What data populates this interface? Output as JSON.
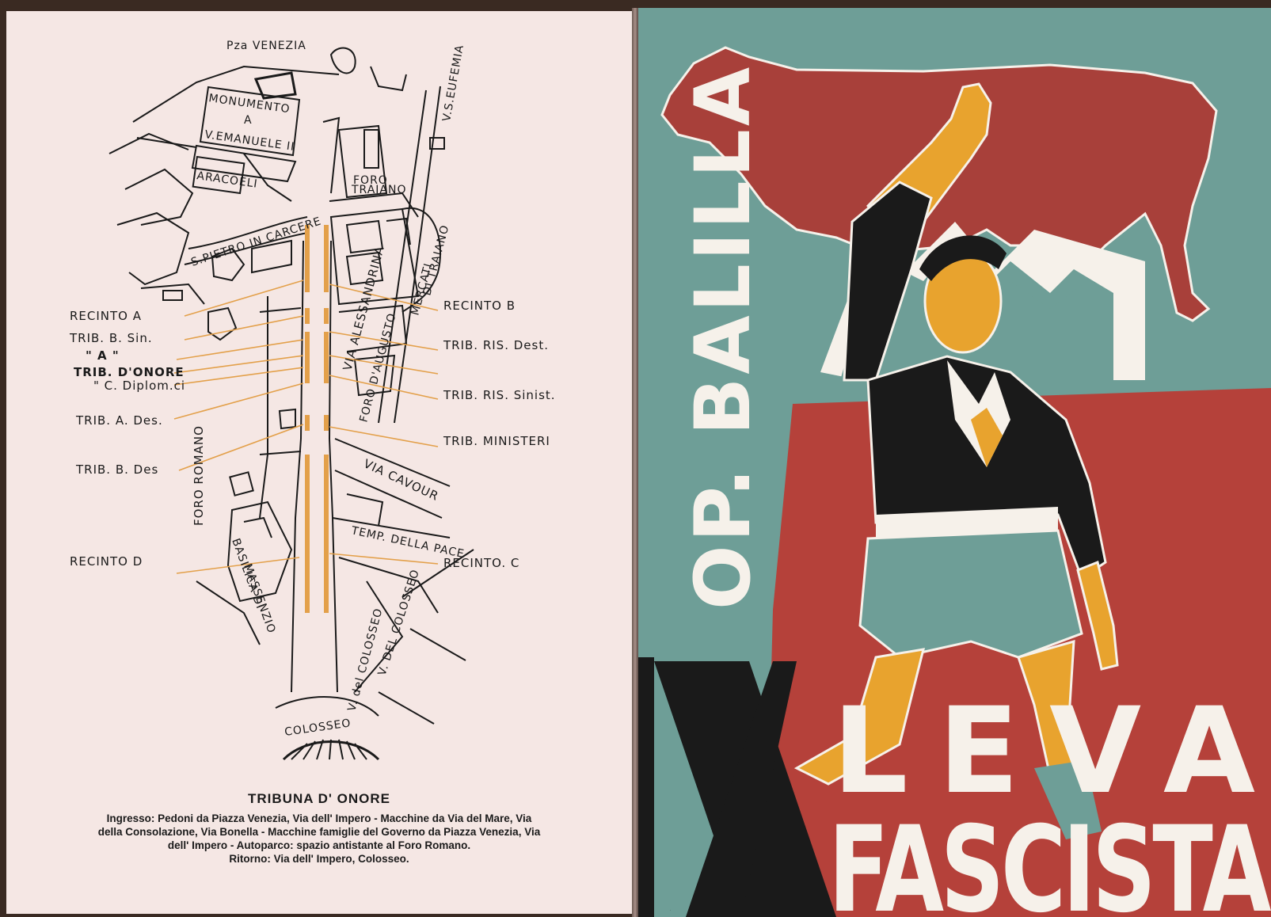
{
  "map": {
    "places": {
      "piazza_venezia": "Pza VENEZIA",
      "monumento": "MONUMENTO",
      "monumento_a": "A",
      "monumento_name": "V.EMANUELE II",
      "aracoeli": "ARACOELI",
      "foro_traiano_1": "FORO",
      "foro_traiano_2": "TRAIANO",
      "v_s_eufemia": "V.S.EUFEMIA",
      "via_alessandrina": "VIA ALESSANDRINA",
      "mercati": "MERCATI",
      "di_traiano": "DI TRAIANO",
      "san_pietro": "S.PIETRO IN CARCERE",
      "foro_augusto": "FORO D'AUGUSTO",
      "foro_romano": "FORO ROMANO",
      "via_cavour": "VIA CAVOUR",
      "temp_pace": "TEMP. DELLA PACE",
      "basilica_1": "BASILICA DI",
      "basilica_2": "MASSENZIO",
      "v_colosseo_1": "V. DEL COLOSSEO",
      "v_colosseo_2": "V. del COLOSSEO",
      "colosseo": "COLOSSEO"
    },
    "left_labels": {
      "recinto_a": "RECINTO A",
      "trib_b_sin": "TRIB. B. Sin.",
      "ditto_a": "\" A \"",
      "trib_onore": "TRIB. D'ONORE",
      "c_diplom": "\" C. Diplom.ci",
      "trib_a_des": "TRIB. A. Des.",
      "trib_b_des": "TRIB. B. Des",
      "recinto_d": "RECINTO D"
    },
    "right_labels": {
      "recinto_b": "RECINTO B",
      "trib_ris_dest": "TRIB. RIS. Dest.",
      "trib_ris_sinist": "TRIB. RIS. Sinist.",
      "trib_ministeri": "TRIB. MINISTERI",
      "recinto_c": "RECINTO. C"
    }
  },
  "caption": {
    "title_a": "TRIBUNA",
    "title_b": "D' ONORE",
    "line1": "Ingresso: Pedoni da Piazza Venezia, Via dell' Impero - Macchine da Via del Mare, Via",
    "line2": "della Consolazione, Via Bonella - Macchine famiglie del Governo da Piazza Venezia, Via",
    "line3": "dell' Impero - Autoparco: spazio antistante al Foro Romano.",
    "line4": "Ritorno: Via dell' Impero, Colosseo."
  },
  "poster": {
    "vertical_text": "OP. BALILLA",
    "numeral": "X",
    "word1": "LEVA",
    "word2": "FASCISTA"
  },
  "colors": {
    "paper": "#f5e7e4",
    "ink": "#1a1a1a",
    "orange_route": "#e3a04a",
    "poster_red": "#b5413a",
    "poster_teal": "#6e9e97",
    "poster_orange": "#e8a32e",
    "poster_black": "#1a1a1a",
    "poster_white": "#f6f1ea"
  }
}
